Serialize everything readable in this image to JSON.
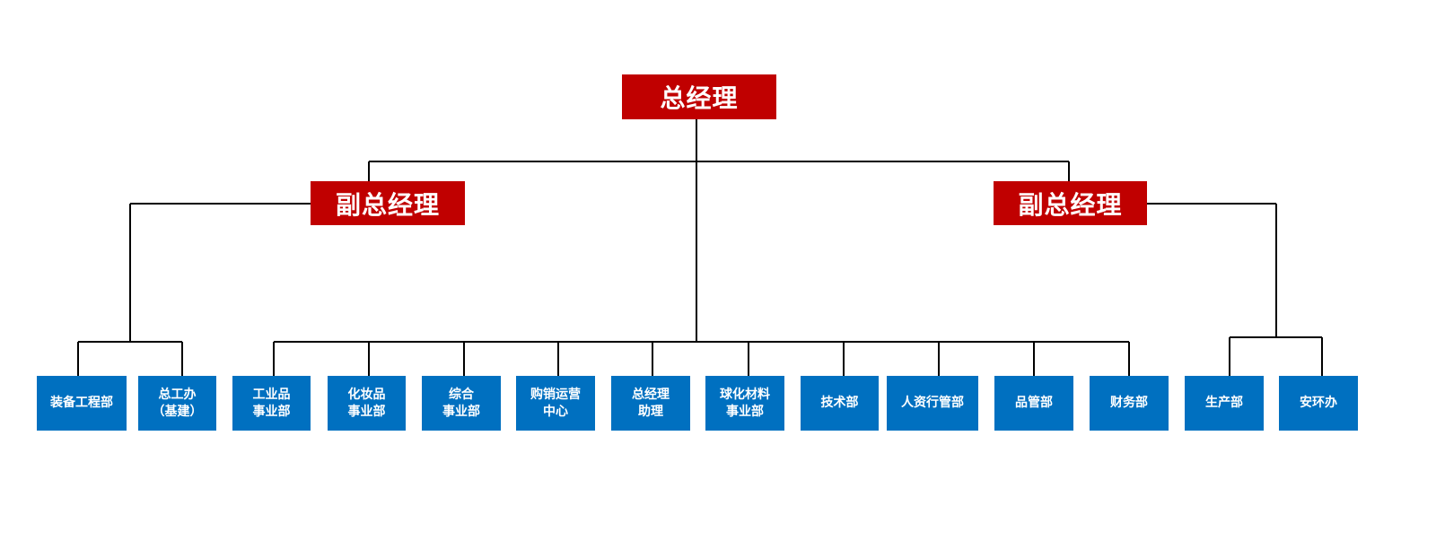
{
  "chart": {
    "general_manager": "总经理",
    "deputy_left": "副总经理",
    "deputy_right": "副总经理",
    "departments": [
      "装备工程部",
      "总工办\n（基建）",
      "工业品\n事业部",
      "化妆品\n事业部",
      "综合\n事业部",
      "购销运营\n中心",
      "总经理\n助理",
      "球化材料\n事业部",
      "技术部",
      "人资行管部",
      "品管部",
      "财务部",
      "生产部",
      "安环办"
    ]
  },
  "colors": {
    "executive": "#c00000",
    "department": "#0070c0",
    "connector": "#000000"
  }
}
